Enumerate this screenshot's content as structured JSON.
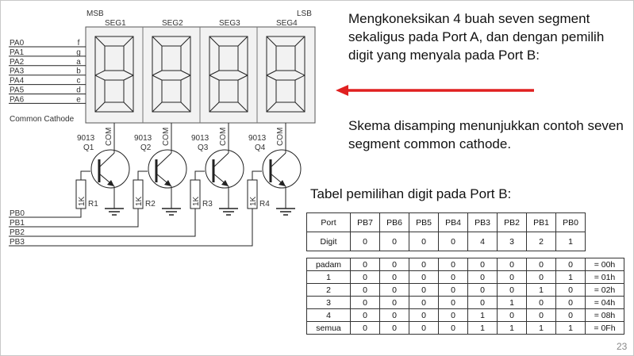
{
  "schematic": {
    "msb": "MSB",
    "lsb": "LSB",
    "segments": [
      "SEG1",
      "SEG2",
      "SEG3",
      "SEG4"
    ],
    "pa_pins": [
      [
        "PA0",
        "f"
      ],
      [
        "PA1",
        "g"
      ],
      [
        "PA2",
        "a"
      ],
      [
        "PA3",
        "b"
      ],
      [
        "PA4",
        "c"
      ],
      [
        "PA5",
        "d"
      ],
      [
        "PA6",
        "e"
      ]
    ],
    "common": "Common Cathode",
    "transistor_type": "9013",
    "transistors": [
      "Q1",
      "Q2",
      "Q3",
      "Q4"
    ],
    "com": "COM",
    "resistor_value": "1K",
    "resistors": [
      "R1",
      "R2",
      "R3",
      "R4"
    ],
    "pb_pins": [
      "PB0",
      "PB1",
      "PB2",
      "PB3"
    ]
  },
  "text": {
    "intro": "Mengkoneksikan 4 buah seven segment sekaligus pada Port A, dan dengan pemilih digit yang menyala pada Port B:",
    "note": "Skema disamping menunjukkan contoh seven segment common cathode.",
    "table_title": "Tabel pemilihan digit pada Port B:"
  },
  "arrow_color": "#e02020",
  "port_table": {
    "rows": [
      [
        "Port",
        "PB7",
        "PB6",
        "PB5",
        "PB4",
        "PB3",
        "PB2",
        "PB1",
        "PB0"
      ],
      [
        "Digit",
        "0",
        "0",
        "0",
        "0",
        "4",
        "3",
        "2",
        "1"
      ]
    ]
  },
  "select_table": {
    "rows": [
      [
        "padam",
        "0",
        "0",
        "0",
        "0",
        "0",
        "0",
        "0",
        "0",
        "= 00h"
      ],
      [
        "1",
        "0",
        "0",
        "0",
        "0",
        "0",
        "0",
        "0",
        "1",
        "= 01h"
      ],
      [
        "2",
        "0",
        "0",
        "0",
        "0",
        "0",
        "0",
        "1",
        "0",
        "= 02h"
      ],
      [
        "3",
        "0",
        "0",
        "0",
        "0",
        "0",
        "1",
        "0",
        "0",
        "= 04h"
      ],
      [
        "4",
        "0",
        "0",
        "0",
        "0",
        "1",
        "0",
        "0",
        "0",
        "= 08h"
      ],
      [
        "semua",
        "0",
        "0",
        "0",
        "0",
        "1",
        "1",
        "1",
        "1",
        "= 0Fh"
      ]
    ]
  },
  "page_number": "23"
}
